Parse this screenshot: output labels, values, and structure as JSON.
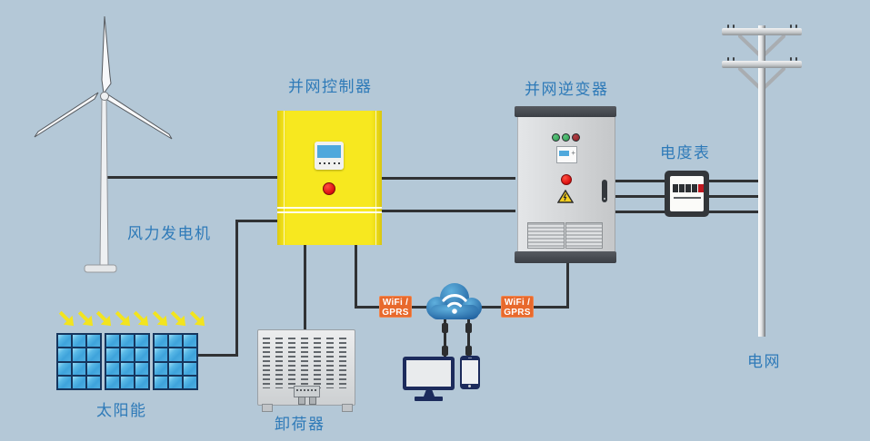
{
  "labels": {
    "wind_turbine": "风力发电机",
    "solar": "太阳能",
    "controller": "并网控制器",
    "unloader": "卸荷器",
    "inverter": "并网逆变器",
    "meter": "电度表",
    "grid": "电网"
  },
  "wifi_badges": {
    "left": {
      "line1": "WiFi /",
      "line2": "GPRS"
    },
    "right": {
      "line1": "WiFi /",
      "line2": "GPRS"
    }
  },
  "solar_array": {
    "panels": 3,
    "columns_per_panel": 3,
    "rows_per_panel": 4,
    "sun_rays": 8
  },
  "colors": {
    "background": "#b4c8d7",
    "label_blue": "#2e7ab8",
    "wire_dark": "#303234",
    "controller_yellow": "#f7e81f",
    "inverter_body_gray": "#d3d5d7",
    "cabinet_cap_gray": "#45494f",
    "wifi_badge_orange": "#e8692c",
    "cloud_blue": "#2f77b2",
    "device_navy": "#1c2b5c",
    "solar_cell_blue": "#45a9df",
    "solar_grid_navy": "#16365e",
    "sun_ray_yellow": "#f2e41f",
    "alert_red": "#dd1111",
    "meter_frame_dark": "#33363a",
    "meter_digit_red": "#c01820"
  }
}
